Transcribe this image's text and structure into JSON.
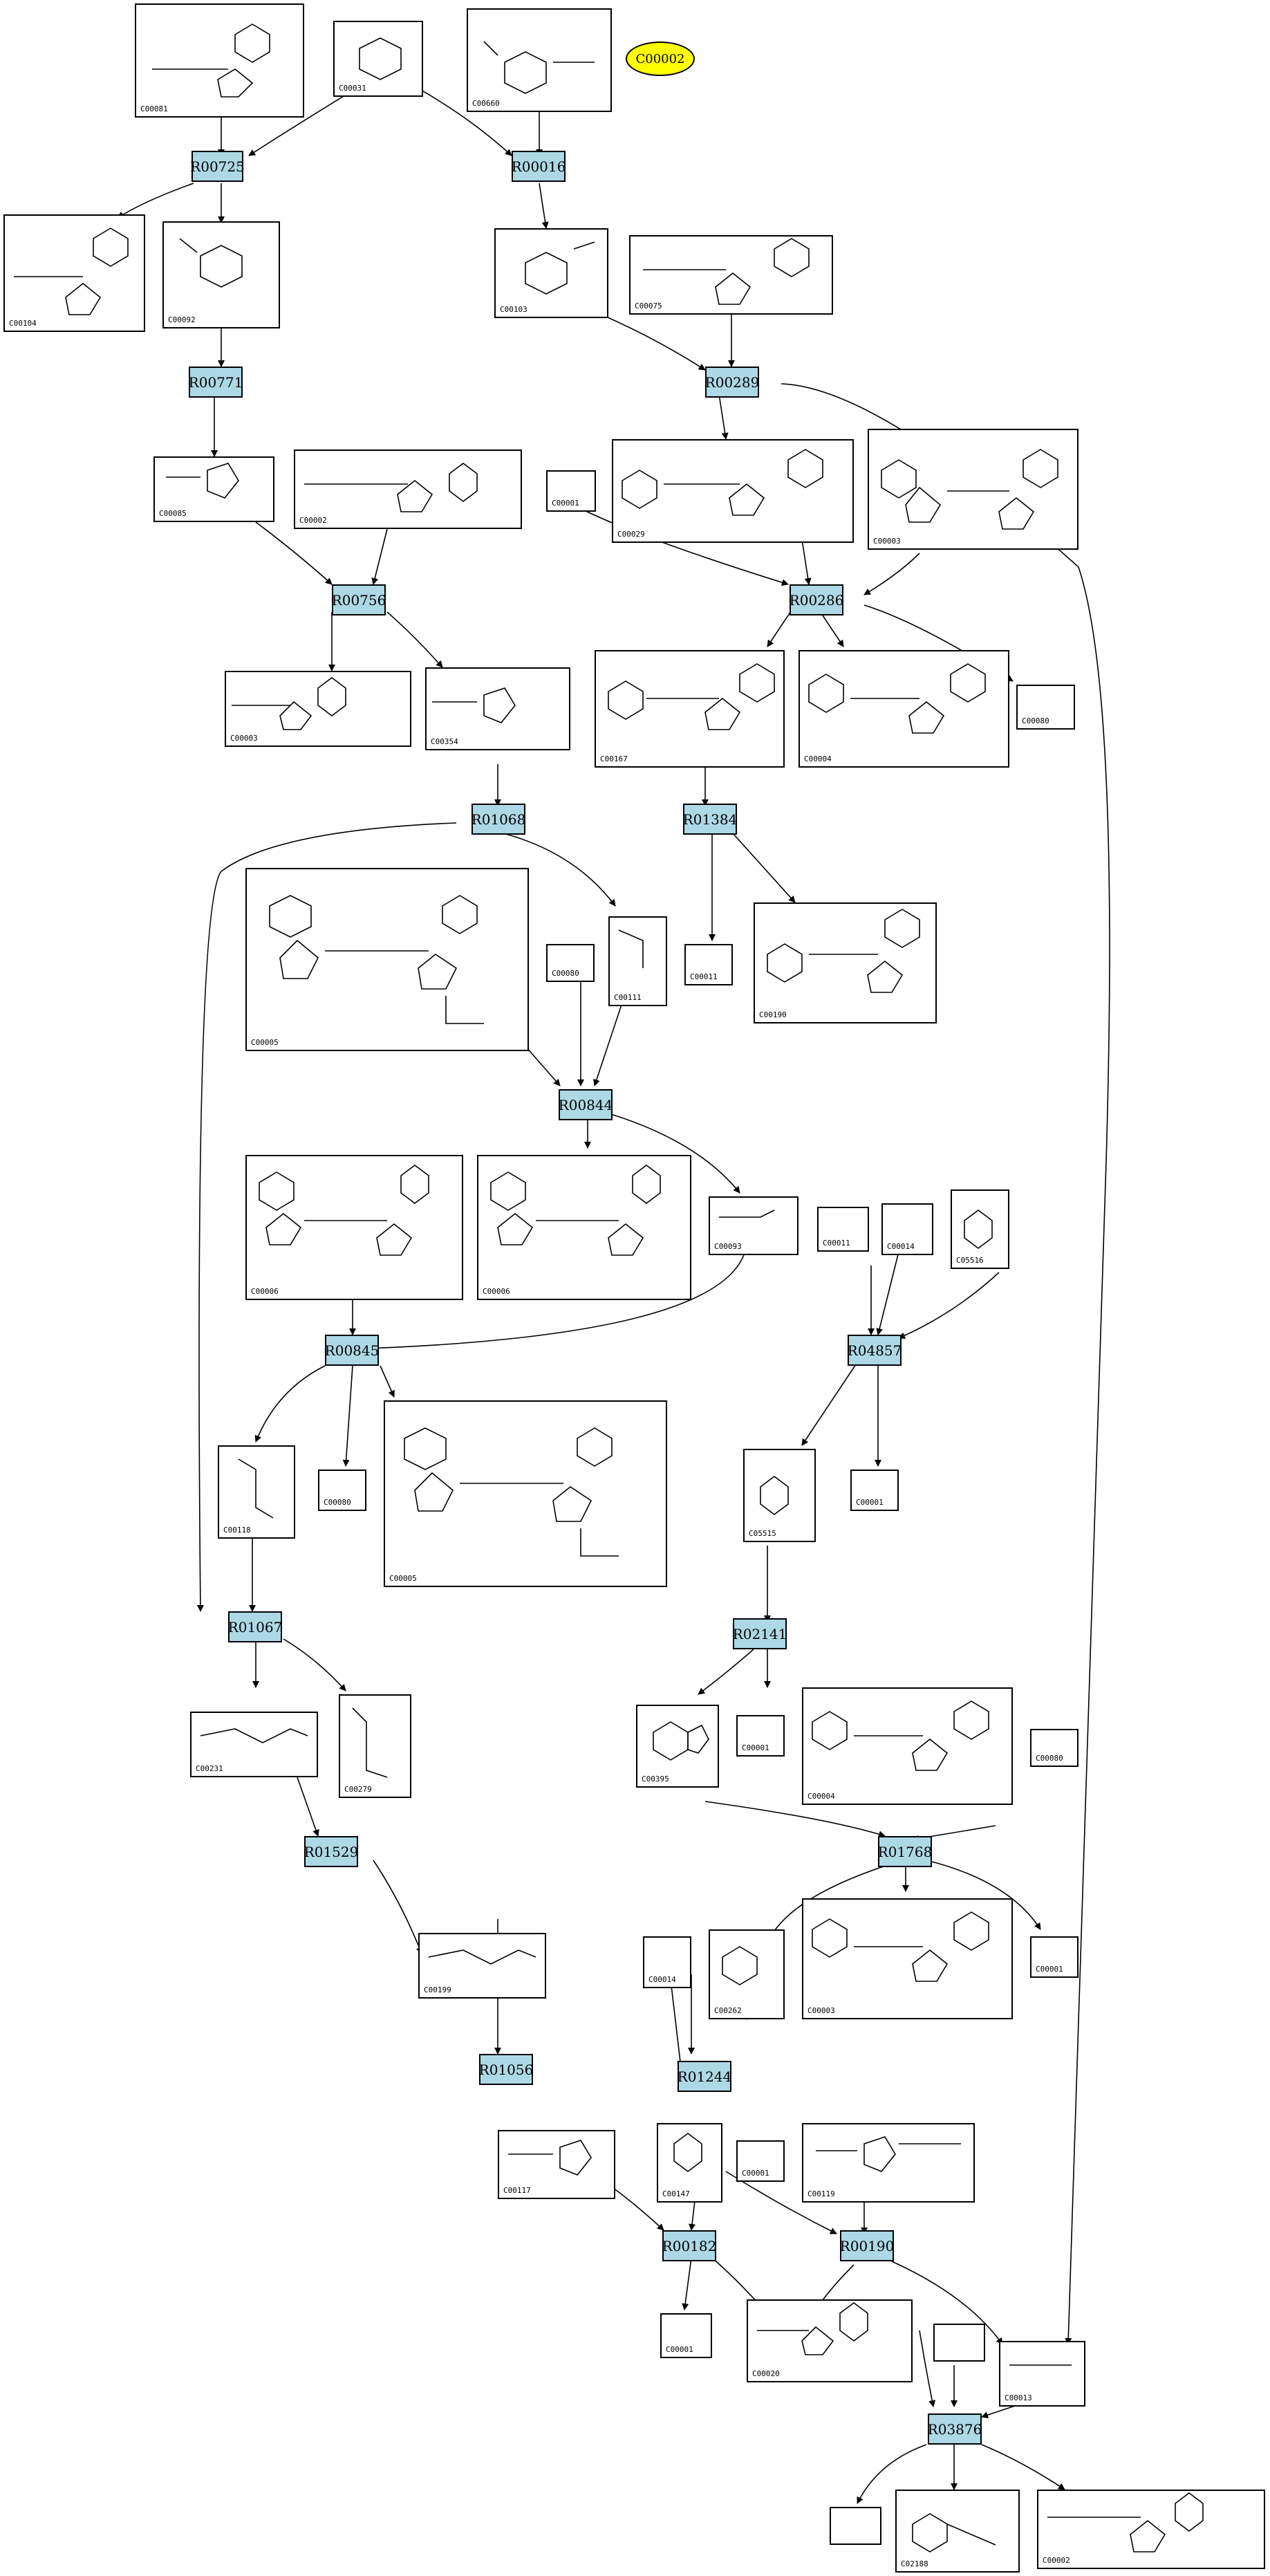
{
  "legend": {
    "label": "C00002"
  },
  "compounds": [
    {
      "id": "c1",
      "label": "C00081"
    },
    {
      "id": "c2",
      "label": "C00031"
    },
    {
      "id": "c3",
      "label": "C00660"
    },
    {
      "id": "c4",
      "label": "C00104"
    },
    {
      "id": "c5",
      "label": "C00092"
    },
    {
      "id": "c6",
      "label": "C00103"
    },
    {
      "id": "c7",
      "label": "C00075"
    },
    {
      "id": "c8",
      "label": "C00085"
    },
    {
      "id": "c9",
      "label": "C00002"
    },
    {
      "id": "c10",
      "label": "C00001"
    },
    {
      "id": "c11",
      "label": "C00029"
    },
    {
      "id": "c12",
      "label": "C00003"
    },
    {
      "id": "c13",
      "label": "C00003"
    },
    {
      "id": "c14",
      "label": "C00354"
    },
    {
      "id": "c15",
      "label": "C00167"
    },
    {
      "id": "c16",
      "label": "C00004"
    },
    {
      "id": "c17",
      "label": "C00080"
    },
    {
      "id": "c18",
      "label": "C00005"
    },
    {
      "id": "c19",
      "label": "C00080"
    },
    {
      "id": "c20",
      "label": "C00111"
    },
    {
      "id": "c21",
      "label": "C00011"
    },
    {
      "id": "c22",
      "label": "C00190"
    },
    {
      "id": "c23",
      "label": "C00006"
    },
    {
      "id": "c24",
      "label": "C00006"
    },
    {
      "id": "c25",
      "label": "C00093"
    },
    {
      "id": "c26",
      "label": "C00011"
    },
    {
      "id": "c27",
      "label": "C00014"
    },
    {
      "id": "c28",
      "label": "C05516"
    },
    {
      "id": "c29",
      "label": "C00118"
    },
    {
      "id": "c30",
      "label": "C00080"
    },
    {
      "id": "c31",
      "label": "C00005"
    },
    {
      "id": "c32",
      "label": "C05515"
    },
    {
      "id": "c33",
      "label": "C00001"
    },
    {
      "id": "c34",
      "label": "C00231"
    },
    {
      "id": "c35",
      "label": "C00279"
    },
    {
      "id": "c36",
      "label": "C00395"
    },
    {
      "id": "c37",
      "label": "C00001"
    },
    {
      "id": "c38",
      "label": "C00004"
    },
    {
      "id": "c39",
      "label": "C00080"
    },
    {
      "id": "c40",
      "label": "C00199"
    },
    {
      "id": "c41",
      "label": "C00014"
    },
    {
      "id": "c42",
      "label": "C00262"
    },
    {
      "id": "c43",
      "label": "C00003"
    },
    {
      "id": "c44",
      "label": "C00001"
    },
    {
      "id": "c45",
      "label": "C00117"
    },
    {
      "id": "c46",
      "label": "C00147"
    },
    {
      "id": "c47",
      "label": "C00001"
    },
    {
      "id": "c48",
      "label": "C00119"
    },
    {
      "id": "c49",
      "label": "C00001"
    },
    {
      "id": "c50",
      "label": "C00020"
    },
    {
      "id": "c51",
      "label": ""
    },
    {
      "id": "c52",
      "label": "C00013"
    },
    {
      "id": "c53",
      "label": ""
    },
    {
      "id": "c54",
      "label": "C02188"
    },
    {
      "id": "c55",
      "label": "C00002"
    }
  ],
  "reactions": [
    {
      "id": "r1",
      "label": "R00725"
    },
    {
      "id": "r2",
      "label": "R00016"
    },
    {
      "id": "r3",
      "label": "R00771"
    },
    {
      "id": "r4",
      "label": "R00289"
    },
    {
      "id": "r5",
      "label": "R00756"
    },
    {
      "id": "r6",
      "label": "R00286"
    },
    {
      "id": "r7",
      "label": "R01068"
    },
    {
      "id": "r8",
      "label": "R01384"
    },
    {
      "id": "r9",
      "label": "R00844"
    },
    {
      "id": "r10",
      "label": "R00845"
    },
    {
      "id": "r11",
      "label": "R04857"
    },
    {
      "id": "r12",
      "label": "R01067"
    },
    {
      "id": "r13",
      "label": "R02141"
    },
    {
      "id": "r14",
      "label": "R01529"
    },
    {
      "id": "r15",
      "label": "R01768"
    },
    {
      "id": "r16",
      "label": "R01056"
    },
    {
      "id": "r17",
      "label": "R01244"
    },
    {
      "id": "r18",
      "label": "R00182"
    },
    {
      "id": "r19",
      "label": "R00190"
    },
    {
      "id": "r20",
      "label": "R03876"
    }
  ]
}
